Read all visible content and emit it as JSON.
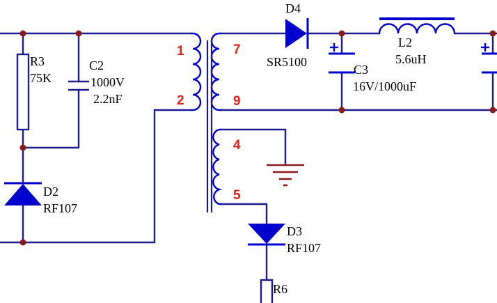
{
  "colors": {
    "background": "#ffffff",
    "wire": "#1a1a8c",
    "part": "#0000cc",
    "label": "#000000",
    "pin": "#e0201b"
  },
  "components": {
    "r3": {
      "ref": "R3",
      "value": "75K"
    },
    "c2": {
      "ref": "C2",
      "voltage": "1000V",
      "value": "2.2nF"
    },
    "d2": {
      "ref": "D2",
      "part": "RF107"
    },
    "d3": {
      "ref": "D3",
      "part": "RF107"
    },
    "d4": {
      "ref": "D4",
      "part": "SR5100"
    },
    "c3": {
      "ref": "C3",
      "value": "16V/1000uF"
    },
    "l2": {
      "ref": "L2",
      "value": "5.6uH"
    },
    "r6": {
      "ref": "R6"
    }
  },
  "transformer": {
    "pins": [
      "1",
      "2",
      "7",
      "9",
      "4",
      "5"
    ]
  },
  "icons": {
    "ground": "ground-icon",
    "polarity": "plus-polarity-icon"
  }
}
